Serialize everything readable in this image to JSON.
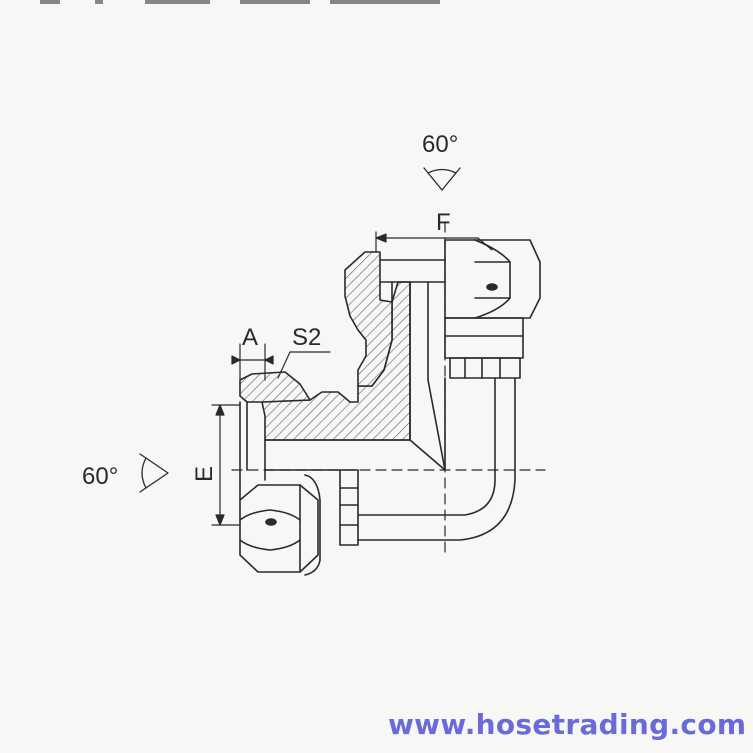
{
  "labels": {
    "angle_top": "60°",
    "angle_left": "60°",
    "dim_f": "F",
    "dim_a": "A",
    "dim_s2": "S2",
    "dim_e": "E"
  },
  "watermark": "www.hosetrading.com",
  "colors": {
    "line": "#2a2a2a",
    "hatch": "#6a6a6a",
    "watermark": "#6a6ad8",
    "background": "#f7f7f5"
  }
}
